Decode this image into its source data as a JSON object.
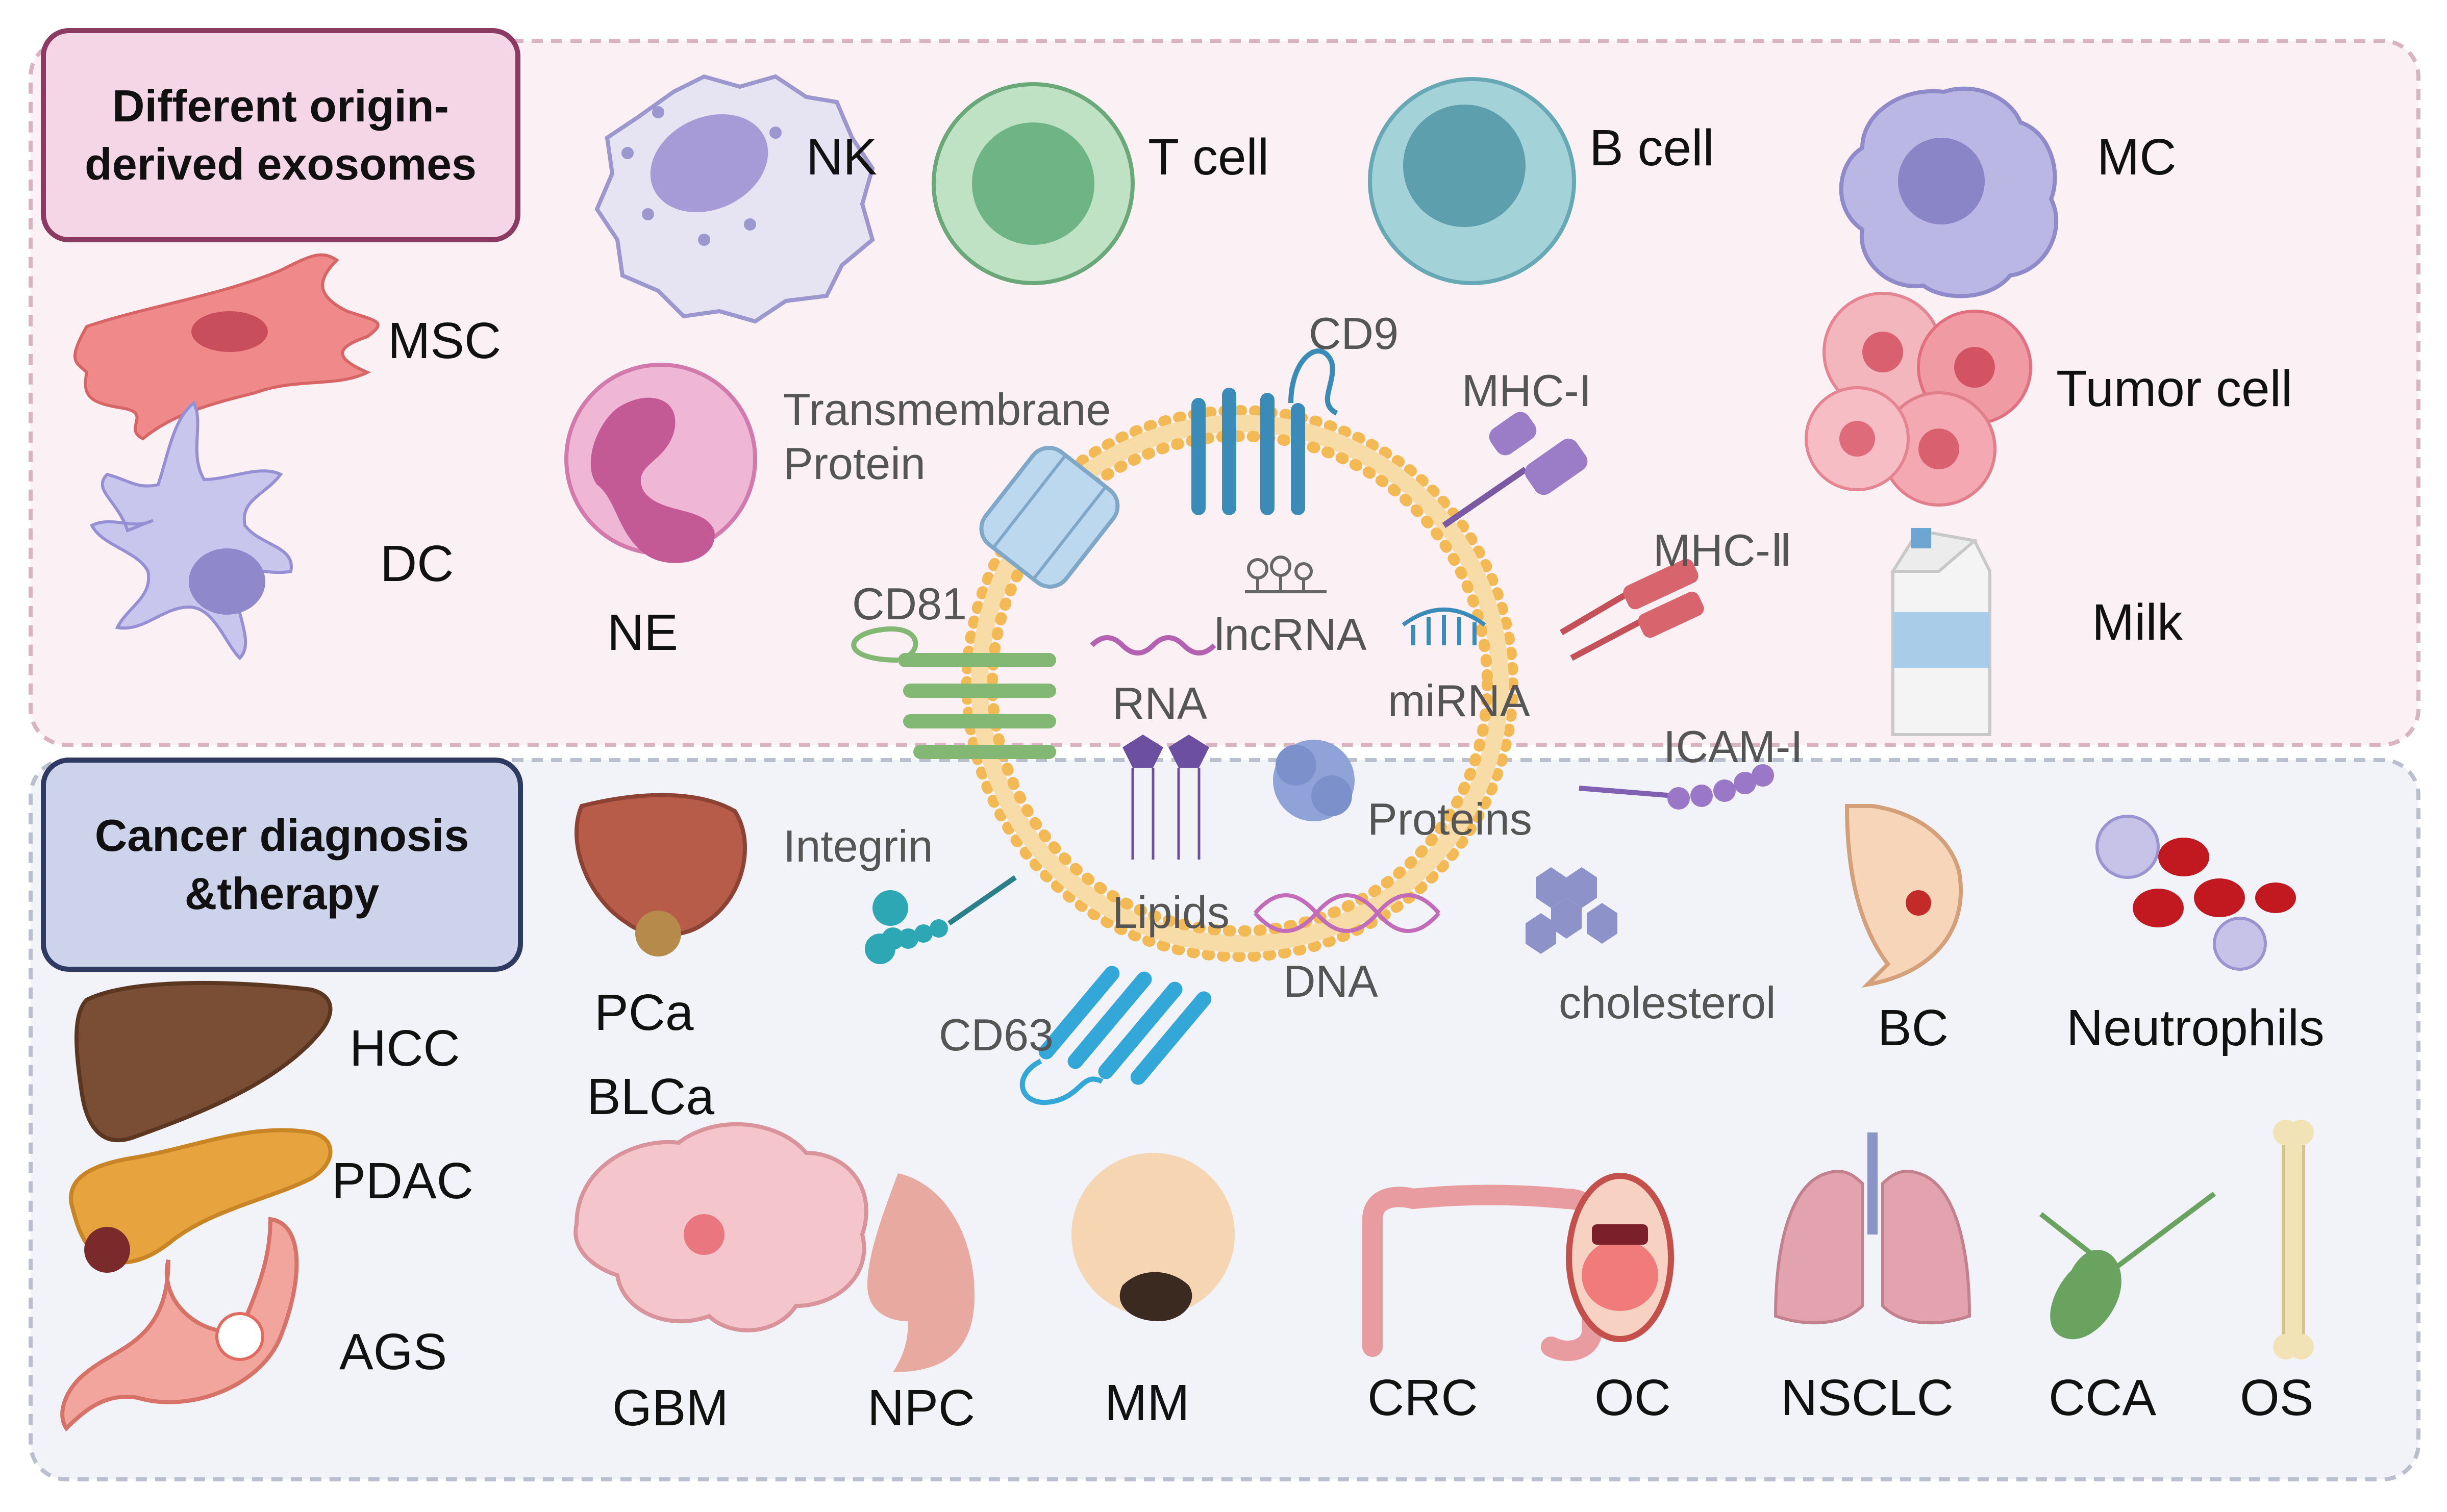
{
  "sections": {
    "origin_header": "Different origin-\nderived exosomes",
    "cancer_header": "Cancer diagnosis\n&therapy"
  },
  "cell_sources": {
    "nk": "NK",
    "t_cell": "T cell",
    "b_cell": "B cell",
    "mc": "MC",
    "msc": "MSC",
    "dc": "DC",
    "ne": "NE",
    "tumor_cell": "Tumor cell",
    "milk": "Milk"
  },
  "exosome": {
    "cd9": "CD9",
    "transmembrane": "Transmembrane\nProtein",
    "mhc1": "MHC-I",
    "mhc2": "MHC-Ⅱ",
    "cd81": "CD81",
    "lncrna": "lncRNA",
    "rna": "RNA",
    "mirna": "miRNA",
    "icam1": "ICAM-I",
    "integrin": "Integrin",
    "proteins": "Proteins",
    "lipids": "Lipids",
    "dna": "DNA",
    "cd63": "CD63",
    "cholesterol": "cholesterol"
  },
  "cancers": {
    "hcc": "HCC",
    "pdac": "PDAC",
    "ags": "AGS",
    "pca": "PCa",
    "blca": "BLCa",
    "bc": "BC",
    "neutrophils": "Neutrophils",
    "gbm": "GBM",
    "npc": "NPC",
    "mm": "MM",
    "crc": "CRC",
    "oc": "OC",
    "nsclc": "NSCLC",
    "cca": "CCA",
    "os": "OS"
  },
  "colors": {
    "origin_panel": "#fbf0f3",
    "cancer_panel": "#f1f3f8",
    "origin_header_fill": "#f4d6e6",
    "origin_header_border": "#8b3a62",
    "cancer_header_fill": "#cdd3ea",
    "cancer_header_border": "#2f3a63",
    "membrane": "#f3b955"
  }
}
